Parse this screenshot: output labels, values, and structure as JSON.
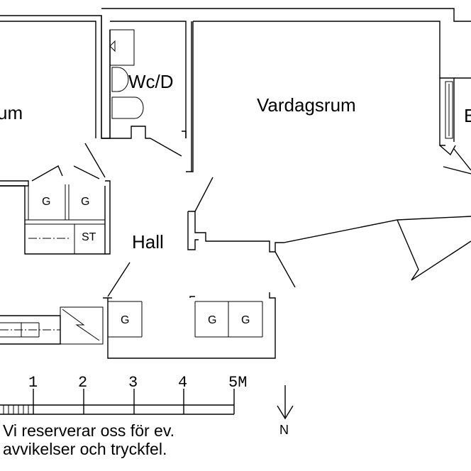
{
  "rooms": {
    "left_room": "um",
    "wc": "Wc/D",
    "living": "Vardagsrum",
    "hall": "Hall",
    "right_edge": "B"
  },
  "fixtures": {
    "closet_1": "G",
    "closet_2": "G",
    "storage": "ST",
    "closet_3": "G",
    "closet_4": "G",
    "closet_5": "G"
  },
  "scale_bar": {
    "ticks": [
      "1",
      "2",
      "3",
      "4",
      "5M"
    ]
  },
  "compass": {
    "label": "N"
  },
  "disclaimer": {
    "line1": "Vi reserverar oss för ev.",
    "line2": "avvikelser och tryckfel."
  }
}
